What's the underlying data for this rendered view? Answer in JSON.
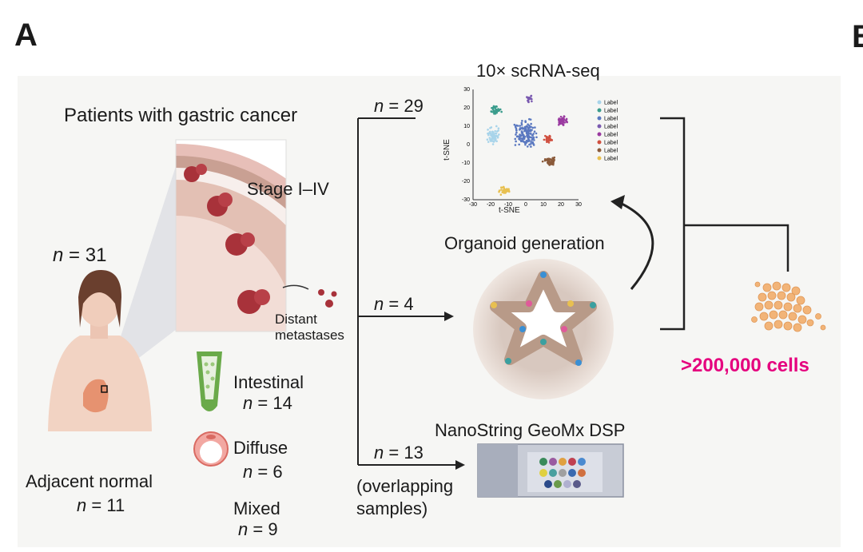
{
  "panel_labels": {
    "a": "A",
    "b": "B"
  },
  "patients": {
    "title": "Patients with gastric cancer",
    "n_label": "n",
    "n_value": "= 31",
    "stage": "Stage I–IV",
    "distant": "Distant",
    "metastases": "metastases"
  },
  "adjacent": {
    "label": "Adjacent normal",
    "n_label": "n",
    "n_value": "= 11"
  },
  "subtypes": [
    {
      "name": "Intestinal",
      "n_label": "n",
      "n_value": "= 14"
    },
    {
      "name": "Diffuse",
      "n_label": "n",
      "n_value": "= 6"
    },
    {
      "name": "Mixed",
      "n_label": "n",
      "n_value": "= 9"
    }
  ],
  "branches": [
    {
      "n_label": "n",
      "n_value": "= 29"
    },
    {
      "n_label": "n",
      "n_value": "= 4"
    },
    {
      "n_label": "n",
      "n_value": "= 13",
      "note1": "(overlapping",
      "note2": "samples)"
    }
  ],
  "scrna": {
    "title": "10× scRNA-seq",
    "axis": "t-SNE",
    "legend_item": "Label"
  },
  "organoid": {
    "title": "Organoid generation"
  },
  "geomx": {
    "title": "NanoString GeoMx DSP"
  },
  "cells": {
    "label": ">200,000 cells"
  },
  "colors": {
    "magenta": "#e5007e",
    "tissue": "#c8958a",
    "tumor": "#a8323a"
  },
  "chart_data": {
    "type": "scatter",
    "title": "10× scRNA-seq",
    "xlabel": "t-SNE",
    "ylabel": "t-SNE",
    "xlim": [
      -30,
      30
    ],
    "ylim": [
      -30,
      30
    ],
    "x_ticks": [
      -30,
      -20,
      -10,
      0,
      10,
      20,
      30
    ],
    "y_ticks": [
      30,
      20,
      10,
      0,
      -10,
      -20,
      -30
    ],
    "legend": "right",
    "series": [
      {
        "color": "#a8d4ea",
        "center": [
          -18,
          5
        ],
        "spread": [
          5,
          6
        ],
        "count": 70
      },
      {
        "color": "#3a9c8c",
        "center": [
          -17,
          19
        ],
        "spread": [
          4,
          3
        ],
        "count": 35
      },
      {
        "color": "#5a78c0",
        "center": [
          0,
          6
        ],
        "spread": [
          8,
          10
        ],
        "count": 150
      },
      {
        "color": "#7a5ab0",
        "center": [
          2,
          25
        ],
        "spread": [
          2,
          3
        ],
        "count": 18
      },
      {
        "color": "#9a3aa0",
        "center": [
          21,
          13
        ],
        "spread": [
          4,
          4
        ],
        "count": 45
      },
      {
        "color": "#d05040",
        "center": [
          13,
          3
        ],
        "spread": [
          3,
          3
        ],
        "count": 30
      },
      {
        "color": "#8a5a3a",
        "center": [
          14,
          -9
        ],
        "spread": [
          5,
          3
        ],
        "count": 50
      },
      {
        "color": "#e8c050",
        "center": [
          -12,
          -25
        ],
        "spread": [
          4,
          3
        ],
        "count": 40
      }
    ]
  }
}
